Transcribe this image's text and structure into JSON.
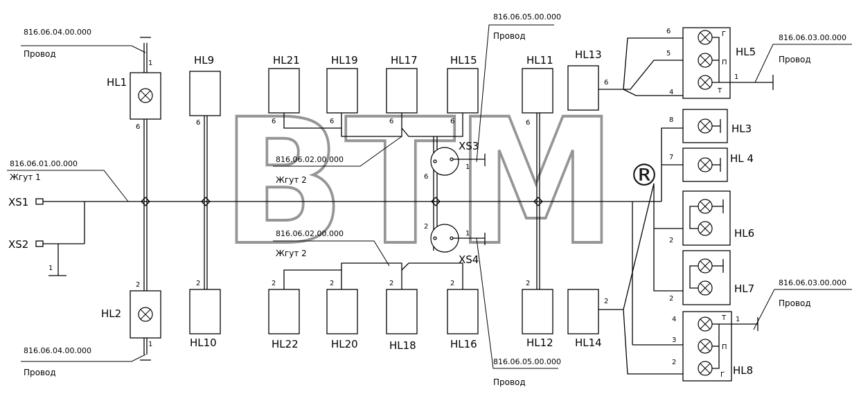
{
  "diagram": {
    "ref_provod_01": "816.06.04.00.000",
    "ref_provod_02": "816.06.04.00.000",
    "ref_zhgut_1": "816.06.01.00.000",
    "ref_zhgut_2_top": "816.06.02.00.000",
    "ref_zhgut_2_bottom": "816.06.02.00.000",
    "ref_provod_05_top": "816.06.05.00.000",
    "ref_provod_05_bottom": "816.06.05.00.000",
    "ref_provod_03_top": "816.06.03.00.000",
    "ref_provod_03_bottom": "816.06.03.00.000",
    "caption_provod": "Провод",
    "caption_zhgut_1": "Жгут 1",
    "caption_zhgut_2": "Жгут 2",
    "connectors": {
      "xs1": "XS1",
      "xs2": "XS2",
      "xs3": "XS3",
      "xs4": "XS4"
    },
    "lamps": {
      "hl1": "HL1",
      "hl2": "HL2",
      "hl3": "HL3",
      "hl4": "HL 4",
      "hl5": "HL5",
      "hl6": "HL6",
      "hl7": "HL7",
      "hl8": "HL8",
      "hl9": "HL9",
      "hl10": "HL10",
      "hl11": "HL11",
      "hl12": "HL12",
      "hl13": "HL13",
      "hl14": "HL14",
      "hl15": "HL15",
      "hl16": "HL16",
      "hl17": "HL17",
      "hl18": "HL18",
      "hl19": "HL19",
      "hl20": "HL20",
      "hl21": "HL21",
      "hl22": "HL22"
    },
    "pins": {
      "p1": "1",
      "p2": "2",
      "p3": "3",
      "p4": "4",
      "p5": "5",
      "p6": "6",
      "p7": "7",
      "p8": "8"
    },
    "terminals": {
      "g": "Г",
      "p": "П",
      "t": "Т"
    }
  },
  "watermark": {
    "text": "BTM",
    "registered": "®",
    "color": "#8a8a8a"
  }
}
